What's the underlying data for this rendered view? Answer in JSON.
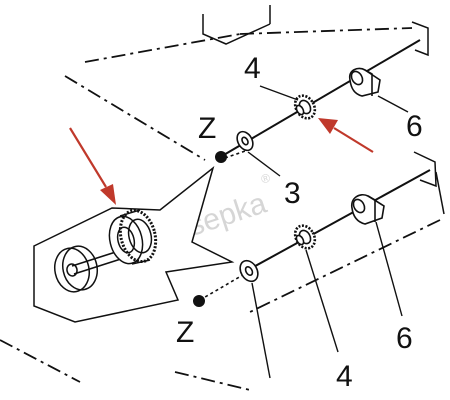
{
  "watermark": {
    "text": "Kasepka",
    "mark": "®"
  },
  "labels": {
    "part_4_upper": "4",
    "part_6_upper": "6",
    "part_z_upper": "Z",
    "part_3": "3",
    "part_6_lower": "6",
    "part_z_lower": "Z",
    "part_4_lower": "4"
  },
  "colors": {
    "line": "#111111",
    "arrow": "#c0392b",
    "watermark": "#d6d6d6",
    "background": "#ffffff"
  }
}
